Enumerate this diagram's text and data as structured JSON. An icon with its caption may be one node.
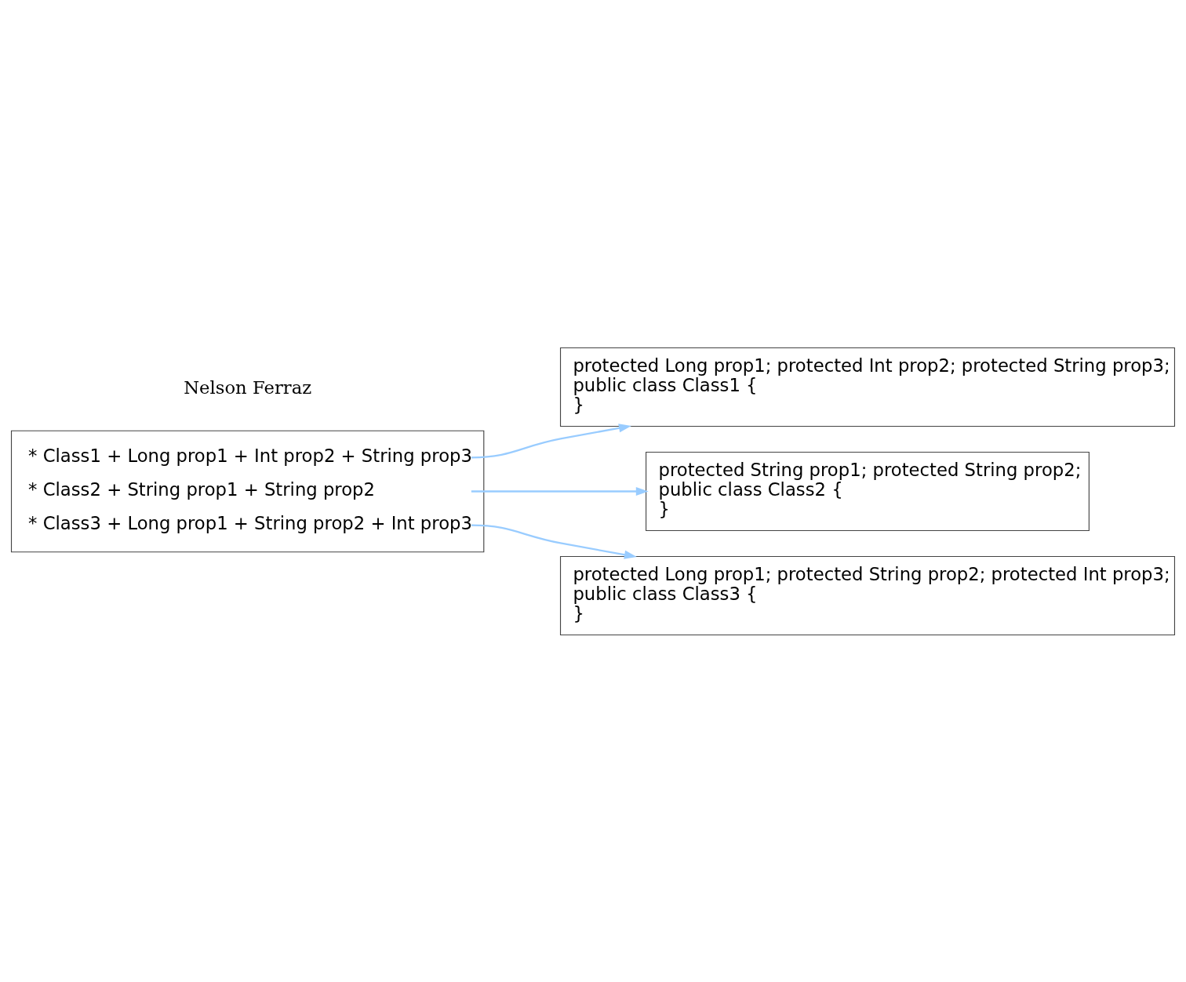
{
  "diagram": {
    "nodes": [
      {
        "text": [
          "* Class1 + Long prop1 + Int prop2 + String prop3",
          "* Class2 + String prop1 + String prop2",
          "* Class3 + Long prop1 + String prop2 + Int prop3"
        ]
      },
      {
        "text": [
          "protected Long prop1; protected Int prop2; protected String prop3;",
          "public class Class1 {",
          "}"
        ]
      },
      {
        "text": [
          "protected String prop1; protected String prop2;",
          "public class Class2 {",
          "}"
        ]
      },
      {
        "text": [
          "protected Long prop1; protected String prop2; protected Int prop3;",
          "public class Class3 {",
          "}"
        ]
      }
    ],
    "edges": [
      {
        "from": 0,
        "to": 1,
        "arrow": "to"
      },
      {
        "from": 0,
        "to": 2,
        "arrow": "to"
      },
      {
        "from": 0,
        "to": 3,
        "arrow": "to"
      }
    ],
    "labels": [
      "Nelson Ferraz"
    ]
  }
}
